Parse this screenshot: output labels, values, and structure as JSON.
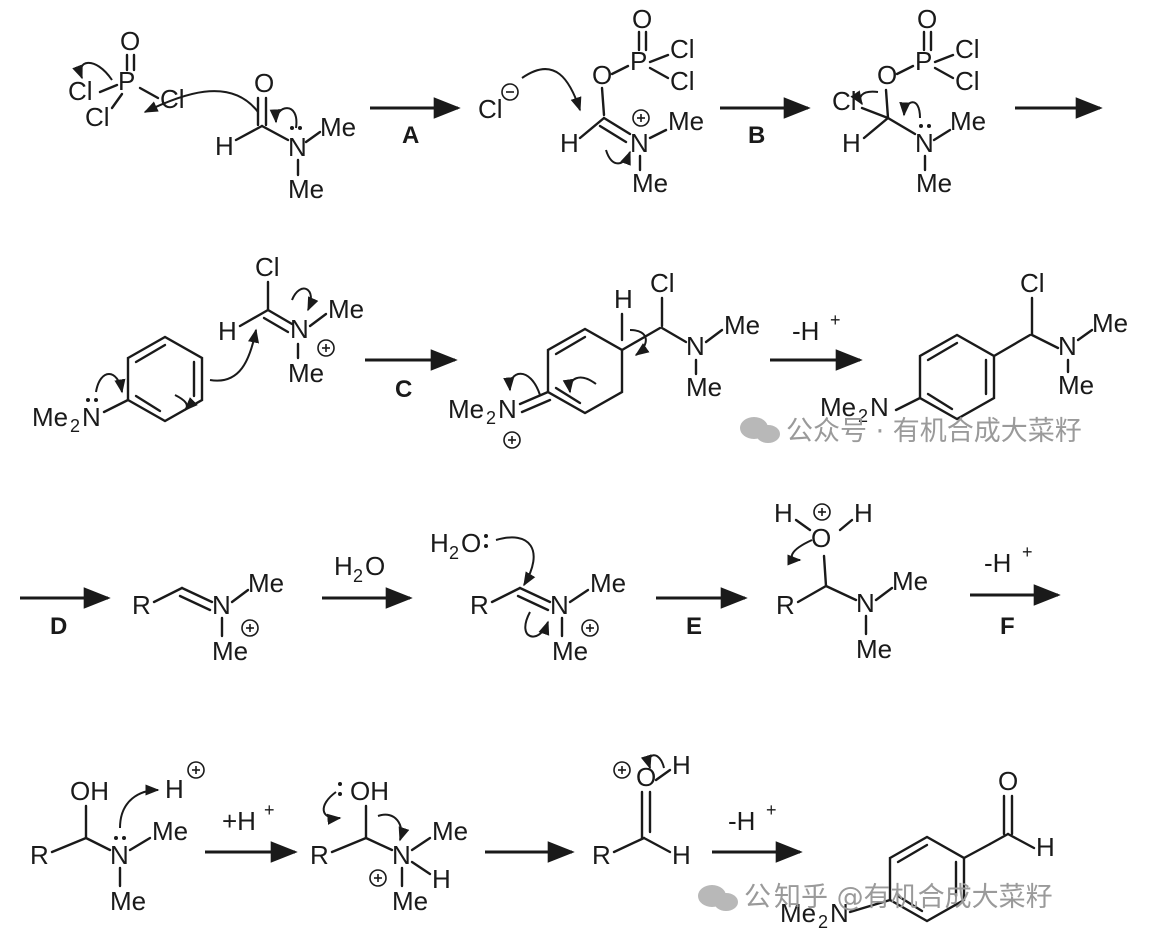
{
  "labels": {
    "A": "A",
    "B": "B",
    "C": "C",
    "D": "D",
    "E": "E",
    "F": "F"
  },
  "atoms": {
    "Cl": "Cl",
    "P": "P",
    "O": "O",
    "H": "H",
    "N": "N",
    "Me": "Me",
    "R": "R",
    "OH": "OH",
    "Me2": "Me",
    "sub2": "2",
    "plus": "+",
    "minus": "−"
  },
  "reagents": {
    "minus_H": "-H",
    "plus_H": "+H",
    "water_main": "H",
    "water_sub": "2",
    "water_O": "O"
  },
  "watermarks": {
    "wm1": "公众号 · 有机合成大菜籽",
    "wm2": "知乎 @有机合成大菜籽",
    "wm2_prefix": "公"
  }
}
